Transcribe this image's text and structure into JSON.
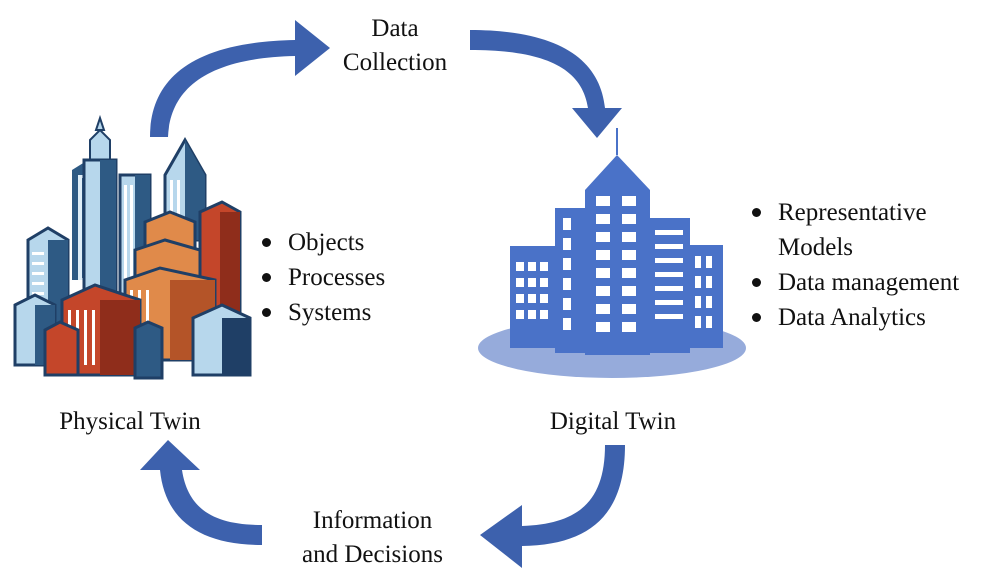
{
  "labels": {
    "data_collection": [
      "Data",
      "Collection"
    ],
    "information_decisions": [
      "Information",
      "and Decisions"
    ],
    "physical_twin": "Physical Twin",
    "digital_twin": "Digital Twin"
  },
  "physical_list": [
    "Objects",
    "Processes",
    "Systems"
  ],
  "digital_list": [
    [
      "Representative",
      "Models"
    ],
    [
      "Data management"
    ],
    [
      "Data Analytics"
    ]
  ],
  "colors": {
    "arrow": "#3d61ad",
    "digital_building": "#4a72c8",
    "digital_ground": "#96abdb",
    "physical_blue": "#1f3f66",
    "physical_light": "#b7d7ec",
    "physical_red": "#c4462a",
    "physical_orange": "#e08a4a"
  },
  "icons": {
    "physical": "city-buildings-icon",
    "digital": "digital-building-icon"
  }
}
